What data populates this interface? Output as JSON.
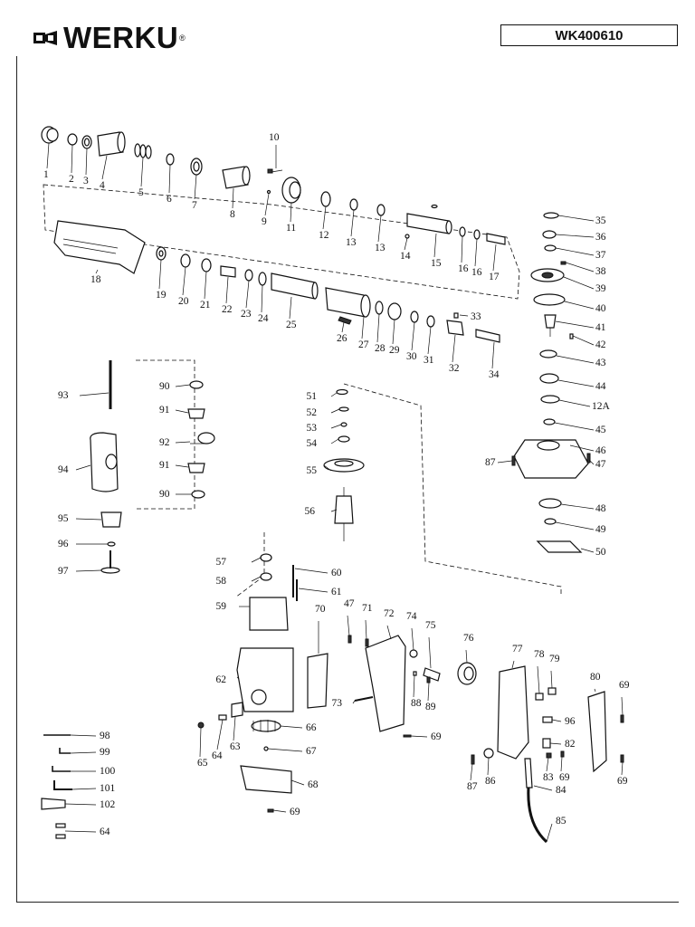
{
  "brand": {
    "name": "WERKU",
    "registered": "®"
  },
  "model": "WK400610",
  "parts": [
    {
      "id": "p1",
      "label": "1"
    },
    {
      "id": "p2",
      "label": "2"
    },
    {
      "id": "p3",
      "label": "3"
    },
    {
      "id": "p4",
      "label": "4"
    },
    {
      "id": "p5",
      "label": "5"
    },
    {
      "id": "p6",
      "label": "6"
    },
    {
      "id": "p7",
      "label": "7"
    },
    {
      "id": "p8",
      "label": "8"
    },
    {
      "id": "p9",
      "label": "9"
    },
    {
      "id": "p10",
      "label": "10"
    },
    {
      "id": "p11",
      "label": "11"
    },
    {
      "id": "p12",
      "label": "12"
    },
    {
      "id": "p13a",
      "label": "13"
    },
    {
      "id": "p13b",
      "label": "13"
    },
    {
      "id": "p14",
      "label": "14"
    },
    {
      "id": "p15",
      "label": "15"
    },
    {
      "id": "p16a",
      "label": "16"
    },
    {
      "id": "p16b",
      "label": "16"
    },
    {
      "id": "p17",
      "label": "17"
    },
    {
      "id": "p18",
      "label": "18"
    },
    {
      "id": "p19",
      "label": "19"
    },
    {
      "id": "p20",
      "label": "20"
    },
    {
      "id": "p21",
      "label": "21"
    },
    {
      "id": "p22",
      "label": "22"
    },
    {
      "id": "p23",
      "label": "23"
    },
    {
      "id": "p24",
      "label": "24"
    },
    {
      "id": "p25",
      "label": "25"
    },
    {
      "id": "p26",
      "label": "26"
    },
    {
      "id": "p27",
      "label": "27"
    },
    {
      "id": "p28",
      "label": "28"
    },
    {
      "id": "p29",
      "label": "29"
    },
    {
      "id": "p30",
      "label": "30"
    },
    {
      "id": "p31",
      "label": "31"
    },
    {
      "id": "p32",
      "label": "32"
    },
    {
      "id": "p33",
      "label": "33"
    },
    {
      "id": "p34",
      "label": "34"
    },
    {
      "id": "p35",
      "label": "35"
    },
    {
      "id": "p36",
      "label": "36"
    },
    {
      "id": "p37",
      "label": "37"
    },
    {
      "id": "p38",
      "label": "38"
    },
    {
      "id": "p39",
      "label": "39"
    },
    {
      "id": "p40",
      "label": "40"
    },
    {
      "id": "p41",
      "label": "41"
    },
    {
      "id": "p42",
      "label": "42"
    },
    {
      "id": "p43",
      "label": "43"
    },
    {
      "id": "p44",
      "label": "44"
    },
    {
      "id": "p12A",
      "label": "12A"
    },
    {
      "id": "p45",
      "label": "45"
    },
    {
      "id": "p46",
      "label": "46"
    },
    {
      "id": "p47",
      "label": "47"
    },
    {
      "id": "p87a",
      "label": "87"
    },
    {
      "id": "p48",
      "label": "48"
    },
    {
      "id": "p49",
      "label": "49"
    },
    {
      "id": "p50",
      "label": "50"
    },
    {
      "id": "p51",
      "label": "51"
    },
    {
      "id": "p52",
      "label": "52"
    },
    {
      "id": "p53",
      "label": "53"
    },
    {
      "id": "p54",
      "label": "54"
    },
    {
      "id": "p55",
      "label": "55"
    },
    {
      "id": "p56",
      "label": "56"
    },
    {
      "id": "p57",
      "label": "57"
    },
    {
      "id": "p58",
      "label": "58"
    },
    {
      "id": "p59",
      "label": "59"
    },
    {
      "id": "p60",
      "label": "60"
    },
    {
      "id": "p61",
      "label": "61"
    },
    {
      "id": "p62",
      "label": "62"
    },
    {
      "id": "p63",
      "label": "63"
    },
    {
      "id": "p64a",
      "label": "64"
    },
    {
      "id": "p65",
      "label": "65"
    },
    {
      "id": "p66",
      "label": "66"
    },
    {
      "id": "p67",
      "label": "67"
    },
    {
      "id": "p68",
      "label": "68"
    },
    {
      "id": "p69a",
      "label": "69"
    },
    {
      "id": "p69b",
      "label": "69"
    },
    {
      "id": "p69c",
      "label": "69"
    },
    {
      "id": "p69d",
      "label": "69"
    },
    {
      "id": "p69e",
      "label": "69"
    },
    {
      "id": "p70",
      "label": "70"
    },
    {
      "id": "p71",
      "label": "71"
    },
    {
      "id": "p72",
      "label": "72"
    },
    {
      "id": "p73",
      "label": "73"
    },
    {
      "id": "p74",
      "label": "74"
    },
    {
      "id": "p75",
      "label": "75"
    },
    {
      "id": "p76",
      "label": "76"
    },
    {
      "id": "p77",
      "label": "77"
    },
    {
      "id": "p78",
      "label": "78"
    },
    {
      "id": "p79",
      "label": "79"
    },
    {
      "id": "p80",
      "label": "80"
    },
    {
      "id": "p47b",
      "label": "47"
    },
    {
      "id": "p88",
      "label": "88"
    },
    {
      "id": "p89",
      "label": "89"
    },
    {
      "id": "p96b",
      "label": "96"
    },
    {
      "id": "p82",
      "label": "82"
    },
    {
      "id": "p83",
      "label": "83"
    },
    {
      "id": "p84",
      "label": "84"
    },
    {
      "id": "p85",
      "label": "85"
    },
    {
      "id": "p86",
      "label": "86"
    },
    {
      "id": "p87b",
      "label": "87"
    },
    {
      "id": "p90a",
      "label": "90"
    },
    {
      "id": "p91a",
      "label": "91"
    },
    {
      "id": "p92",
      "label": "92"
    },
    {
      "id": "p91b",
      "label": "91"
    },
    {
      "id": "p90b",
      "label": "90"
    },
    {
      "id": "p93",
      "label": "93"
    },
    {
      "id": "p94",
      "label": "94"
    },
    {
      "id": "p95",
      "label": "95"
    },
    {
      "id": "p96a",
      "label": "96"
    },
    {
      "id": "p97",
      "label": "97"
    },
    {
      "id": "p98",
      "label": "98"
    },
    {
      "id": "p99",
      "label": "99"
    },
    {
      "id": "p100",
      "label": "100"
    },
    {
      "id": "p101",
      "label": "101"
    },
    {
      "id": "p102",
      "label": "102"
    },
    {
      "id": "p64b",
      "label": "64"
    }
  ]
}
